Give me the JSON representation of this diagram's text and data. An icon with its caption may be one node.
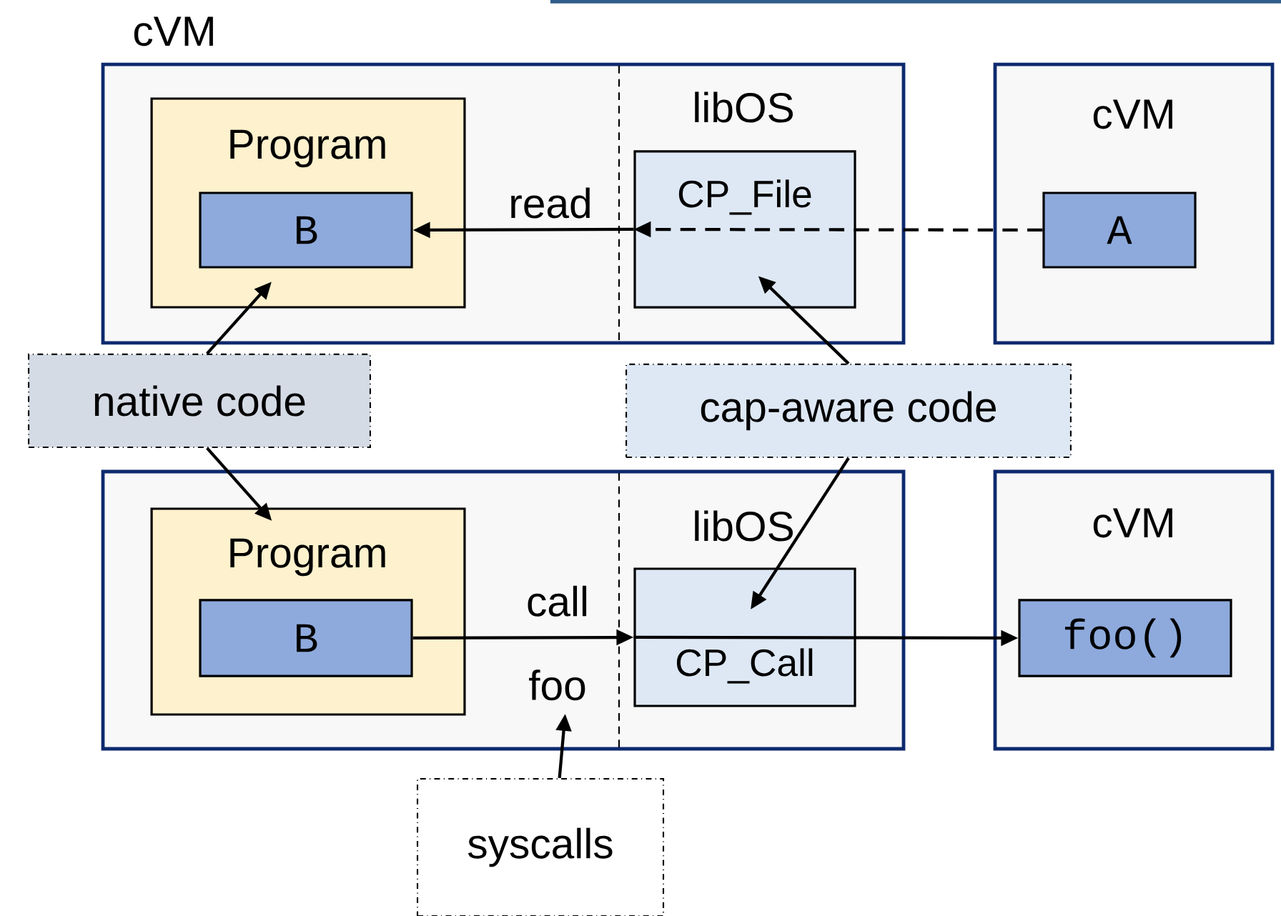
{
  "diagram": {
    "nodes": [
      {
        "text": [
          "cVM"
        ]
      },
      {
        "text": [
          "Program"
        ],
        "in": 0
      },
      {
        "text": [
          "B"
        ],
        "in": 1
      },
      {
        "text": [
          "CP_File"
        ],
        "in": 0,
        "beside": [
          "libOS"
        ]
      },
      {
        "text": [
          "cVM"
        ]
      },
      {
        "text": [
          "A"
        ],
        "in": 4
      },
      {
        "text": [
          "native code"
        ]
      },
      {
        "text": [
          "cap-aware code"
        ]
      },
      {
        "text": [],
        "shape": "box"
      },
      {
        "text": [
          "Program"
        ],
        "in": 8
      },
      {
        "text": [
          "B"
        ],
        "in": 9
      },
      {
        "text": [
          "CP_Call"
        ],
        "in": 8,
        "beside": [
          "libOS"
        ]
      },
      {
        "text": [
          "cVM"
        ]
      },
      {
        "text": [
          "foo()"
        ],
        "in": 12
      },
      {
        "text": [
          "syscalls"
        ]
      }
    ],
    "edges": [
      {
        "from": 5,
        "to": 3,
        "arrow": "to",
        "style": "dashed"
      },
      {
        "from": 3,
        "to": 2,
        "arrow": "to",
        "label": "read"
      },
      {
        "from": 6,
        "to": 2,
        "arrow": "to"
      },
      {
        "from": 6,
        "to": 9,
        "arrow": "to"
      },
      {
        "from": 7,
        "to": 3,
        "arrow": "to"
      },
      {
        "from": 7,
        "to": 11,
        "arrow": "to"
      },
      {
        "from": 10,
        "to": 11,
        "arrow": "to",
        "label": "call foo"
      },
      {
        "from": 11,
        "to": 13,
        "arrow": "to"
      },
      {
        "from": 14,
        "to": null,
        "arrow": "to"
      }
    ]
  }
}
